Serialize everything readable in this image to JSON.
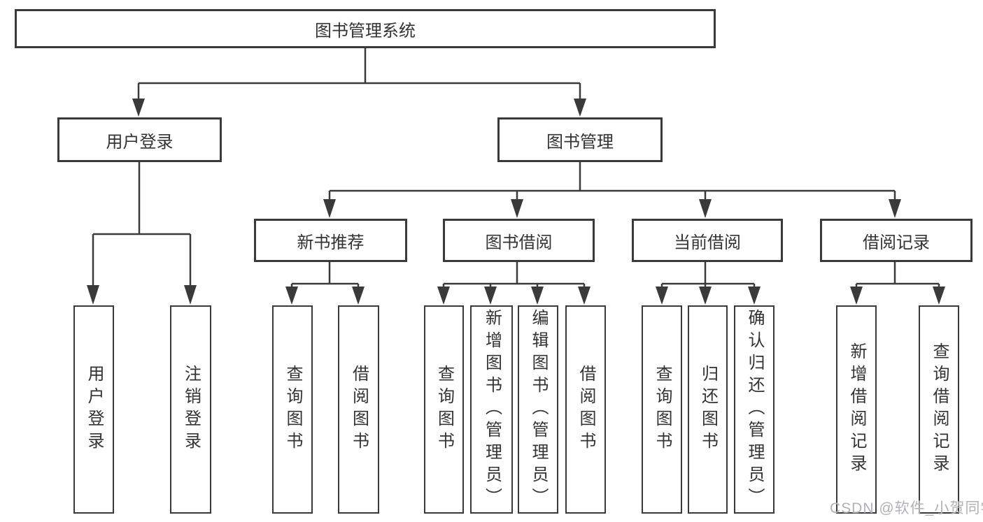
{
  "colors": {
    "line": "#3a3a3a",
    "box_border": "#3a3a3a",
    "text": "#333333",
    "watermark": "#b2b2b6",
    "background": "#ffffff"
  },
  "tree": {
    "root": "图书管理系统",
    "branches": [
      {
        "label": "用户登录",
        "children": [
          "用户登录",
          "注销登录"
        ]
      },
      {
        "label": "图书管理",
        "children": [
          {
            "label": "新书推荐",
            "children": [
              "查询图书",
              "借阅图书"
            ]
          },
          {
            "label": "图书借阅",
            "children": [
              "查询图书",
              "新增图书（管理员）",
              "编辑图书（管理员）",
              "借阅图书"
            ]
          },
          {
            "label": "当前借阅",
            "children": [
              "查询图书",
              "归还图书",
              "确认归还（管理员）"
            ]
          },
          {
            "label": "借阅记录",
            "children": [
              "新增借阅记录",
              "查询借阅记录"
            ]
          }
        ]
      }
    ]
  },
  "watermark": {
    "text": "CSDN @软件_小贺同学"
  }
}
